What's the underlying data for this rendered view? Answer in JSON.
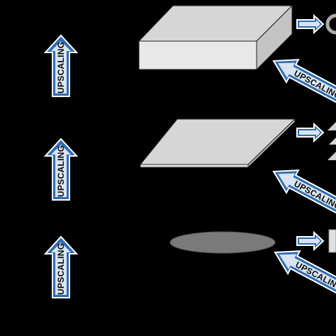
{
  "labels": {
    "upscaling_left_top": "UPSCALING",
    "upscaling_left_middle": "UPSCALING",
    "upscaling_left_bottom": "UPSCALING",
    "upscaling_diag_top": "UPSCALING",
    "upscaling_diag_middle": "UPSCALING",
    "upscaling_diag_bottom": "UPSCALING"
  },
  "colors": {
    "background": "#000000",
    "arrow_fill": "#2d6cb4",
    "arrow_inner": "#d8e4f2",
    "arrow_outline": "#ffffff",
    "shape_top_face": "#d6d6d6",
    "shape_front_face": "#e8e8e8",
    "shape_side_face": "#c4c4c4",
    "ellipse_fill": "#7a7a7a"
  }
}
